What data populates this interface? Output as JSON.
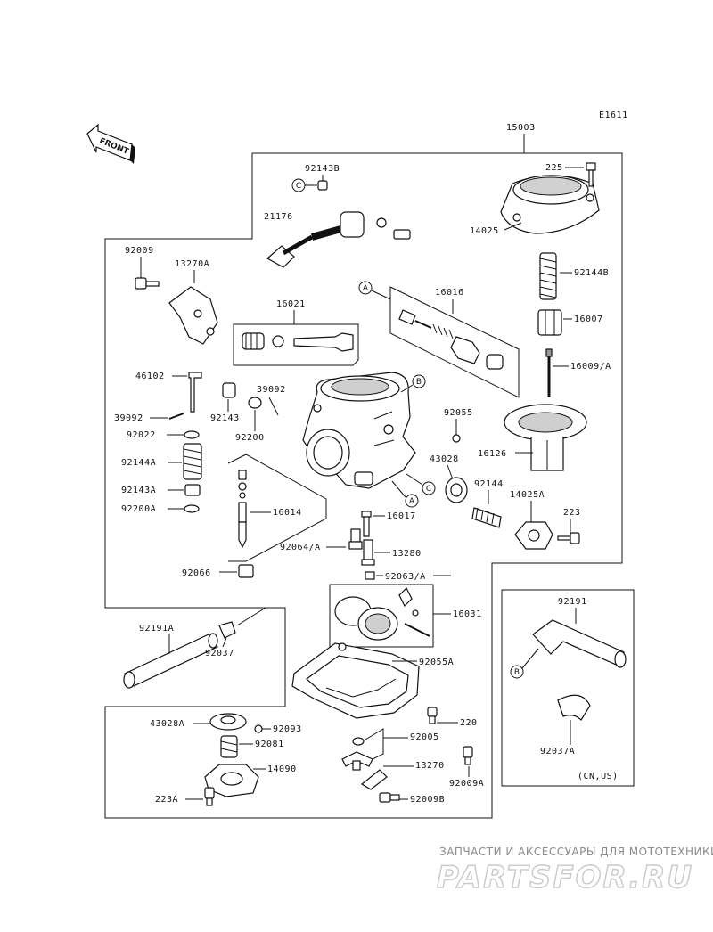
{
  "diagram_code": "E1611",
  "front_label": "FRONT",
  "region_label": "(CN,US)",
  "watermark": {
    "line1": "ЗАПЧАСТИ И АКСЕССУАРЫ ДЛЯ МОТОТЕХНИКИ",
    "line2": "PARTSFOR.RU"
  },
  "callouts": {
    "A": "A",
    "B": "B",
    "C": "C"
  },
  "parts": {
    "p15003": "15003",
    "p225": "225",
    "p92143B": "92143B",
    "p21176": "21176",
    "p14025": "14025",
    "p92009": "92009",
    "p13270A": "13270A",
    "p92144B": "92144B",
    "p16021": "16021",
    "p16016": "16016",
    "p16007": "16007",
    "p16009A": "16009/A",
    "p46102": "46102",
    "p39092a": "39092",
    "p39092b": "39092",
    "p92143": "92143",
    "p92022": "92022",
    "p92200": "92200",
    "p92055": "92055",
    "p16126": "16126",
    "p92144A": "92144A",
    "p43028": "43028",
    "p92144": "92144",
    "p14025A": "14025A",
    "p92143A": "92143A",
    "p92200A": "92200A",
    "p16014": "16014",
    "p16017": "16017",
    "p223": "223",
    "p92064A": "92064/A",
    "p13280": "13280",
    "p92066": "92066",
    "p92063A": "92063/A",
    "p16031": "16031",
    "p92191A": "92191A",
    "p92037": "92037",
    "p92191": "92191",
    "p92055A": "92055A",
    "p43028A": "43028A",
    "p92093": "92093",
    "p220": "220",
    "p92081": "92081",
    "p92005": "92005",
    "p14090": "14090",
    "p13270": "13270",
    "p92009A": "92009A",
    "p223A": "223A",
    "p92009B": "92009B",
    "p92037A": "92037A"
  }
}
